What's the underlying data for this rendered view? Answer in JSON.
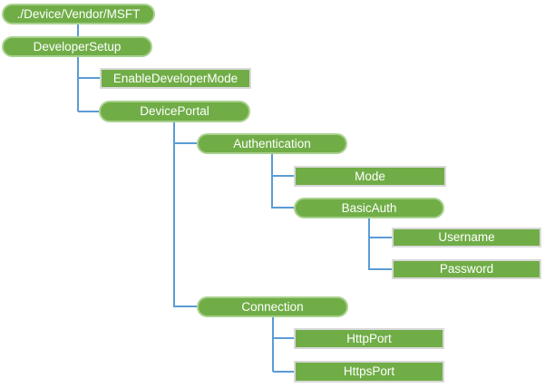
{
  "diagram": {
    "type": "tree",
    "colors": {
      "node_fill": "#70AD47",
      "pill_border": "#A9D18E",
      "rect_border": "#D9D9D9",
      "connector": "#5B9BD5",
      "text": "#FFFFFF",
      "background": "#FFFFFF"
    },
    "nodes": [
      {
        "id": "root",
        "label": "./Device/Vendor/MSFT",
        "shape": "pill",
        "parent": null
      },
      {
        "id": "developer-setup",
        "label": "DeveloperSetup",
        "shape": "pill",
        "parent": "root"
      },
      {
        "id": "enable-developer-mode",
        "label": "EnableDeveloperMode",
        "shape": "rect",
        "parent": "developer-setup"
      },
      {
        "id": "device-portal",
        "label": "DevicePortal",
        "shape": "pill",
        "parent": "developer-setup"
      },
      {
        "id": "authentication",
        "label": "Authentication",
        "shape": "pill",
        "parent": "device-portal"
      },
      {
        "id": "mode",
        "label": "Mode",
        "shape": "rect",
        "parent": "authentication"
      },
      {
        "id": "basic-auth",
        "label": "BasicAuth",
        "shape": "pill",
        "parent": "authentication"
      },
      {
        "id": "username",
        "label": "Username",
        "shape": "rect",
        "parent": "basic-auth"
      },
      {
        "id": "password",
        "label": "Password",
        "shape": "rect",
        "parent": "basic-auth"
      },
      {
        "id": "connection",
        "label": "Connection",
        "shape": "pill",
        "parent": "device-portal"
      },
      {
        "id": "http-port",
        "label": "HttpPort",
        "shape": "rect",
        "parent": "connection"
      },
      {
        "id": "https-port",
        "label": "HttpsPort",
        "shape": "rect",
        "parent": "connection"
      }
    ]
  }
}
